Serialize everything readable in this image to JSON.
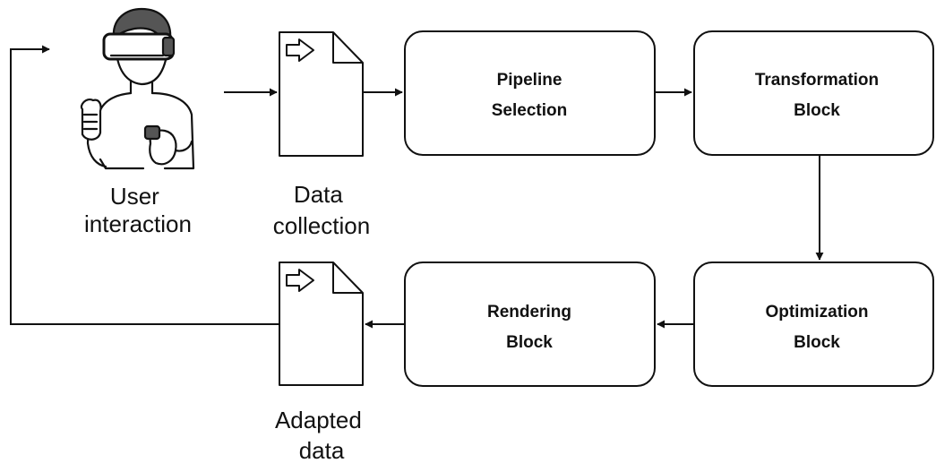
{
  "diagram": {
    "user": {
      "line1": "User",
      "line2": "interaction"
    },
    "data_collection": {
      "line1": "Data",
      "line2": "collection"
    },
    "pipeline": {
      "line1": "Pipeline",
      "line2": "Selection"
    },
    "transformation": {
      "line1": "Transformation",
      "line2": "Block"
    },
    "optimization": {
      "line1": "Optimization",
      "line2": "Block"
    },
    "rendering": {
      "line1": "Rendering",
      "line2": "Block"
    },
    "adapted_data": {
      "line1": "Adapted",
      "line2": "data"
    },
    "colors": {
      "stroke": "#111111",
      "fill": "#ffffff",
      "text": "#111111",
      "hair": "#555555"
    }
  }
}
